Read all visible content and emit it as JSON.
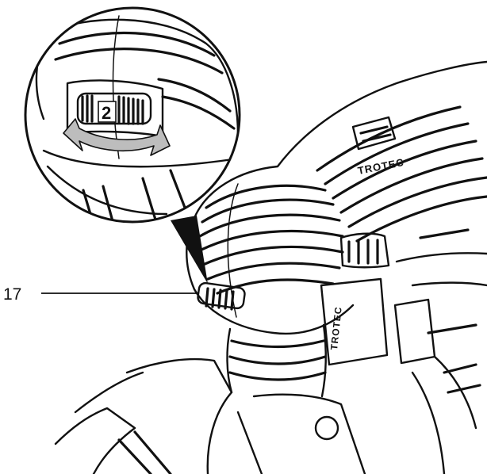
{
  "callout": {
    "label": "17"
  },
  "dial": {
    "setting": "2"
  },
  "brand": {
    "name": "TROTEC",
    "name_vertical": "TROTEC"
  }
}
